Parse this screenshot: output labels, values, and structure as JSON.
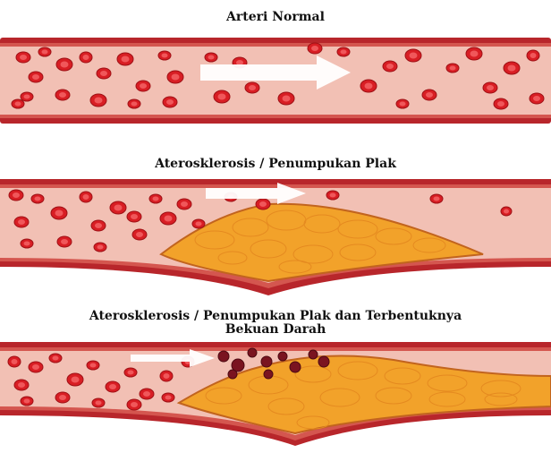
{
  "panels": [
    {
      "title": "Arteri Normal"
    },
    {
      "title": "Aterosklerosis / Penumpukan Plak"
    },
    {
      "title_line1": "Aterosklerosis / Penumpukan Plak dan Terbentuknya",
      "title_line2": "Bekuan Darah"
    }
  ],
  "colors": {
    "artery_wall": "#b8262b",
    "artery_inner": "#e89a8e",
    "lumen": "#f4c7bb",
    "red_blood_cell": "#d81e24",
    "plaque": "#f2a22a",
    "clot": "#7a1420",
    "flow_arrow": "#ffffff"
  },
  "icons": [
    "flow-arrow",
    "red-blood-cell",
    "plaque-deposit",
    "blood-clot"
  ]
}
